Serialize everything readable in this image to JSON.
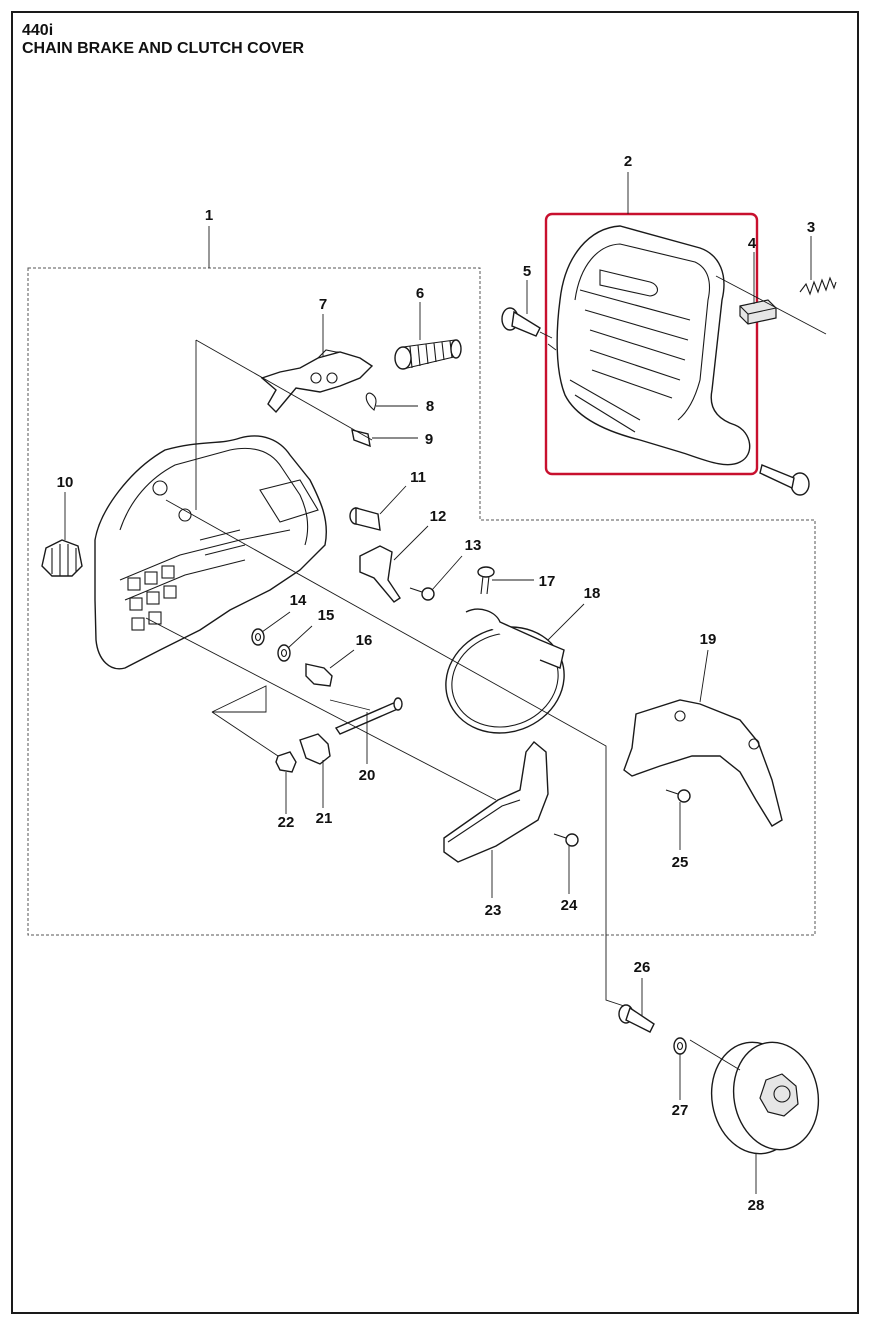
{
  "header": {
    "model": "440i",
    "title": "CHAIN BRAKE AND CLUTCH COVER"
  },
  "highlight": {
    "part": "2",
    "color": "#c8102e"
  },
  "callouts": [
    "1",
    "2",
    "3",
    "4",
    "5",
    "6",
    "7",
    "8",
    "9",
    "10",
    "11",
    "12",
    "13",
    "14",
    "15",
    "16",
    "17",
    "18",
    "19",
    "20",
    "21",
    "22",
    "23",
    "24",
    "25",
    "26",
    "27",
    "28"
  ]
}
